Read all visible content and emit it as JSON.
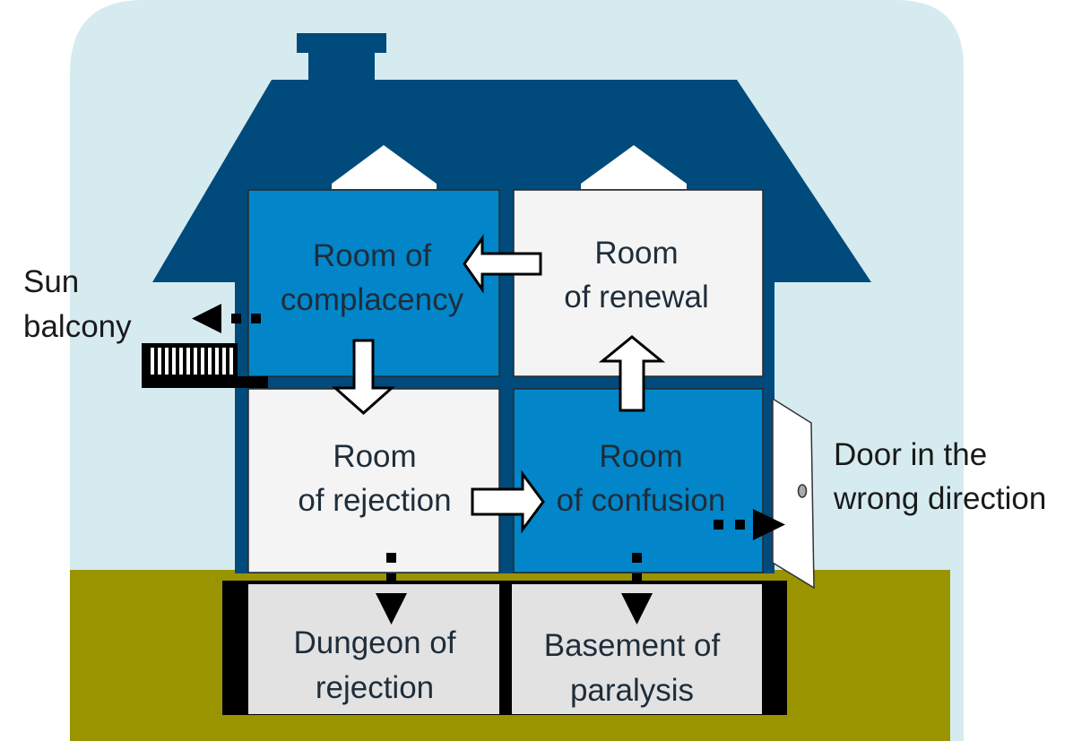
{
  "colors": {
    "sky": "#d6ebef",
    "ground": "#999400",
    "house": "#004a7c",
    "room_blue": "#0286c9",
    "room_white": "#f4f4f4",
    "basement": "#e2e2e2",
    "text_dark": "#1f2d3a"
  },
  "rooms": {
    "complacency": {
      "line1": "Room of",
      "line2": "complacency"
    },
    "renewal": {
      "line1": "Room",
      "line2": "of renewal"
    },
    "rejection": {
      "line1": "Room",
      "line2": "of rejection"
    },
    "confusion": {
      "line1": "Room",
      "line2": "of confusion"
    },
    "dungeon": {
      "line1": "Dungeon of",
      "line2": "rejection"
    },
    "basement": {
      "line1": "Basement of",
      "line2": "paralysis"
    }
  },
  "labels": {
    "sun_balcony": {
      "line1": "Sun",
      "line2": "balcony"
    },
    "door": {
      "line1": "Door in the",
      "line2": "wrong direction"
    }
  }
}
